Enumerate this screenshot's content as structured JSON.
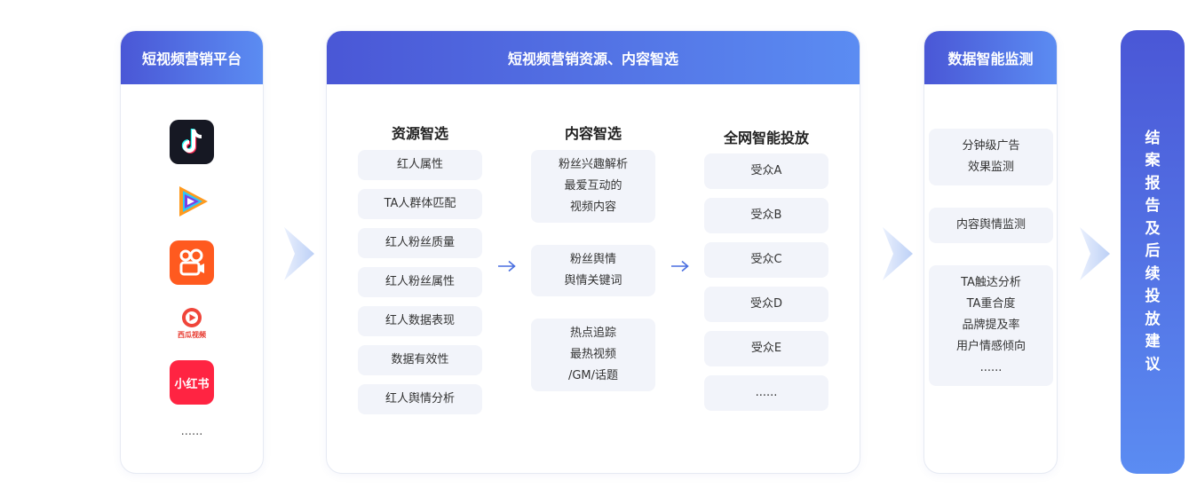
{
  "platforms": {
    "title": "短视频营销平台",
    "icons": [
      "douyin-icon",
      "tencent-video-icon",
      "kuaishou-icon",
      "xigua-video-icon",
      "xiaohongshu-icon"
    ],
    "xiaohongshu_text": "小红书",
    "xigua_text": "西瓜视频",
    "more": "......"
  },
  "selection": {
    "title": "短视频营销资源、内容智选",
    "resource": {
      "title": "资源智选",
      "items": [
        "红人属性",
        "TA人群体匹配",
        "红人粉丝质量",
        "红人粉丝属性",
        "红人数据表现",
        "数据有效性",
        "红人舆情分析"
      ]
    },
    "content": {
      "title": "内容智选",
      "items": [
        "粉丝兴趣解析\n最爱互动的\n视频内容",
        "粉丝舆情\n舆情关键词",
        "热点追踪\n最热视频\n/GM/话题"
      ]
    },
    "delivery": {
      "title": "全网智能投放",
      "items": [
        "受众A",
        "受众B",
        "受众C",
        "受众D",
        "受众E",
        "......"
      ]
    }
  },
  "monitoring": {
    "title": "数据智能监测",
    "items": [
      "分钟级广告\n效果监测",
      "内容舆情监测",
      "TA触达分析\nTA重合度\n品牌提及率\n用户情感倾向\n......"
    ]
  },
  "report": {
    "title": "结案报告及后续投放建议"
  },
  "colors": {
    "header_start": "#4a57d6",
    "header_end": "#5b8cf2",
    "item_bg": "#f2f4fa",
    "arrow": "#4a6fe0"
  }
}
